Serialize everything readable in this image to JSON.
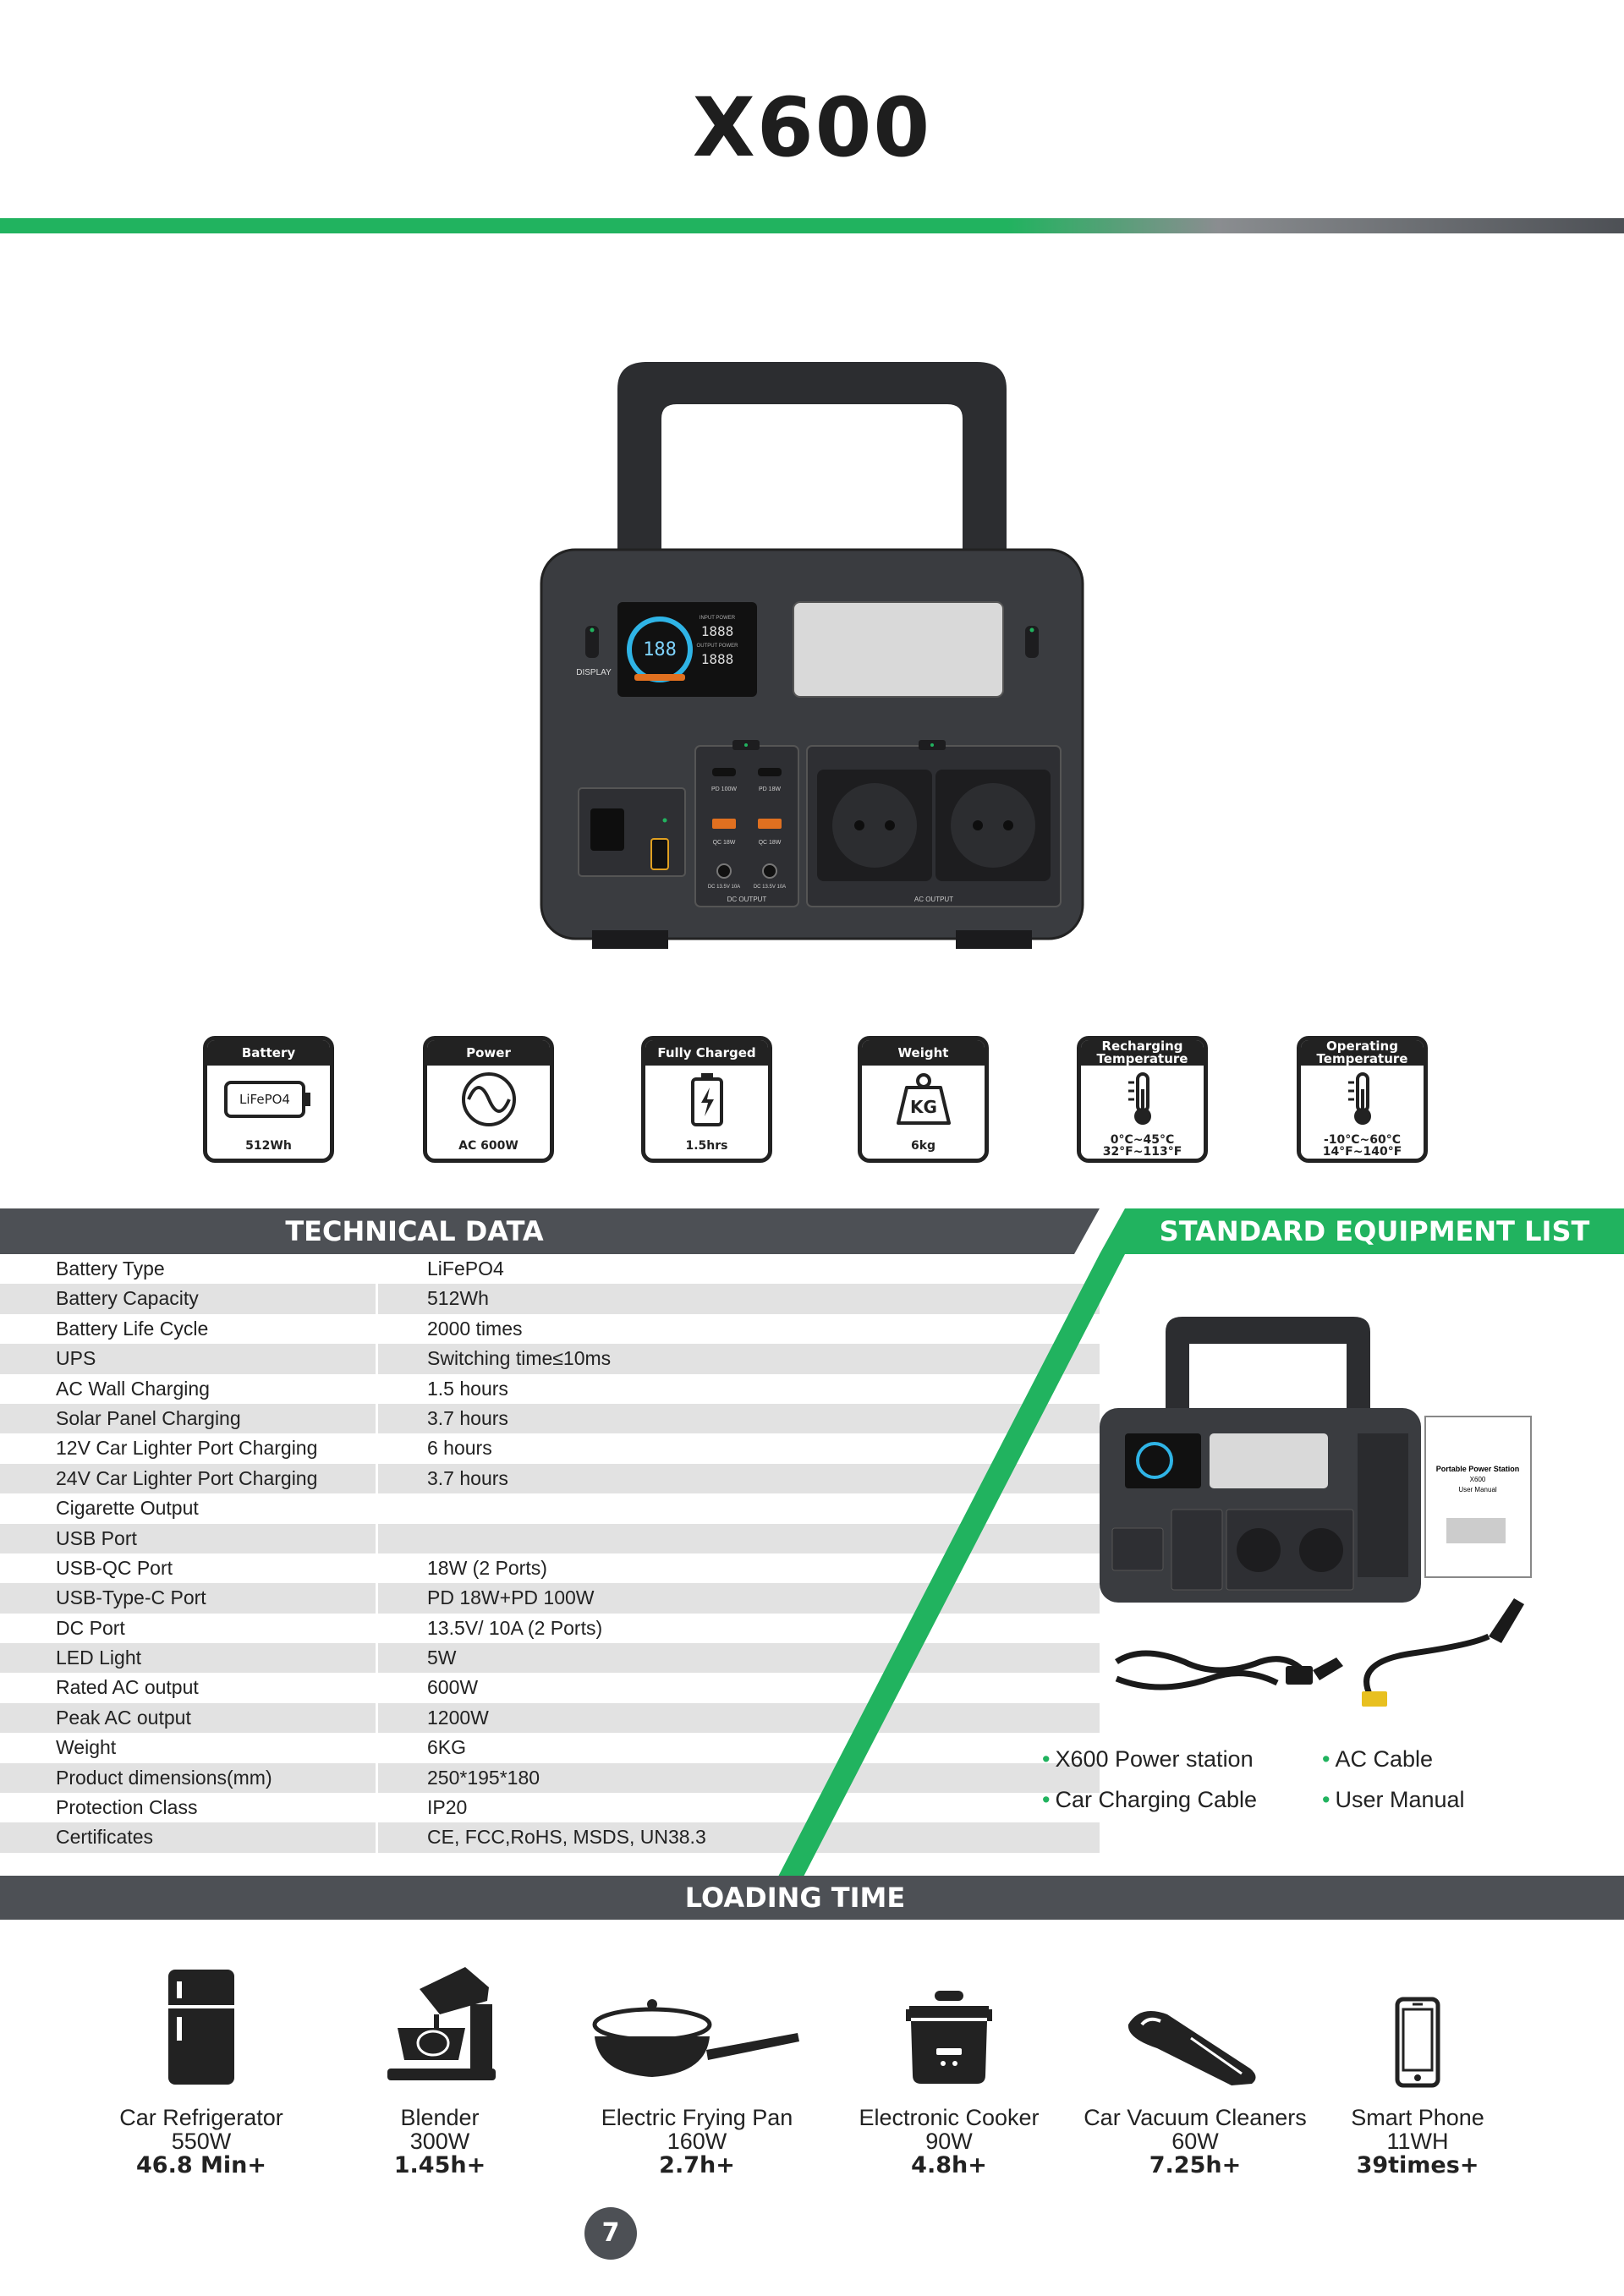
{
  "header": {
    "title": "X600"
  },
  "colors": {
    "green": "#21b35f",
    "dark": "#4d5055",
    "charcoal": "#222222",
    "row_gray": "#e2e2e2"
  },
  "product_display": {
    "display_label": "DISPLAY",
    "lcd_percent": "188",
    "input_power_label": "INPUT POWER",
    "output_power_label": "OUTPUT POWER",
    "lcd_digits": "1888",
    "pd_label_1": "PD 100W",
    "pd_label_2": "PD 18W",
    "qc_label_1": "QC 18W",
    "qc_label_2": "QC 18W",
    "dc_label_1": "DC 13.5V 10A",
    "dc_label_2": "DC 13.5V 10A",
    "dc_output": "DC OUTPUT",
    "ac_output": "AC OUTPUT"
  },
  "specs": [
    {
      "label": "Battery",
      "value": "512Wh",
      "icon": "battery-lifepo4-icon",
      "inner": "LiFePO4"
    },
    {
      "label": "Power",
      "value": "AC 600W",
      "icon": "sine-wave-icon"
    },
    {
      "label": "Fully Charged",
      "value": "1.5hrs",
      "icon": "charging-battery-icon"
    },
    {
      "label": "Weight",
      "value": "6kg",
      "icon": "weight-kg-icon",
      "inner": "KG"
    },
    {
      "label": "Recharging Temperature",
      "value": "0°C~45°C",
      "value2": "32°F~113°F",
      "icon": "thermometer-icon"
    },
    {
      "label": "Operating Temperature",
      "value": "-10°C~60°C",
      "value2": "14°F~140°F",
      "icon": "thermometer-icon"
    }
  ],
  "technical_data": {
    "title": "TECHNICAL DATA",
    "rows": [
      {
        "k": "Battery Type",
        "v": "LiFePO4"
      },
      {
        "k": "Battery Capacity",
        "v": "512Wh"
      },
      {
        "k": "Battery Life Cycle",
        "v": "2000 times"
      },
      {
        "k": "UPS",
        "v": "Switching time≤10ms"
      },
      {
        "k": "AC Wall Charging",
        "v": "1.5 hours"
      },
      {
        "k": "Solar Panel Charging",
        "v": "3.7 hours"
      },
      {
        "k": "12V Car Lighter Port Charging",
        "v": "6 hours"
      },
      {
        "k": "24V Car Lighter Port Charging",
        "v": "3.7 hours"
      },
      {
        "k": "Cigarette Output",
        "v": ""
      },
      {
        "k": "USB Port",
        "v": ""
      },
      {
        "k": "USB-QC Port",
        "v": "18W (2 Ports)"
      },
      {
        "k": "USB-Type-C Port",
        "v": "PD 18W+PD 100W"
      },
      {
        "k": "DC Port",
        "v": "13.5V/ 10A (2 Ports)"
      },
      {
        "k": "LED Light",
        "v": "5W"
      },
      {
        "k": "Rated AC output",
        "v": "600W"
      },
      {
        "k": "Peak AC output",
        "v": "1200W"
      },
      {
        "k": "Weight",
        "v": "6KG"
      },
      {
        "k": "Product dimensions(mm)",
        "v": "250*195*180"
      },
      {
        "k": "Protection Class",
        "v": "IP20"
      },
      {
        "k": "Certificates",
        "v": "CE, FCC,RoHS, MSDS, UN38.3"
      }
    ]
  },
  "equipment": {
    "title": "STANDARD EQUIPMENT LIST",
    "manual_title": "Portable Power Station",
    "manual_model": "X600",
    "manual_sub": "User Manual",
    "items": [
      "X600 Power station",
      "AC Cable",
      "Car Charging Cable",
      "User Manual"
    ]
  },
  "loading": {
    "title": "LOADING TIME",
    "items": [
      {
        "name": "Car Refrigerator",
        "power": "550W",
        "time": "46.8 Min+",
        "icon": "refrigerator-icon"
      },
      {
        "name": "Blender",
        "power": "300W",
        "time": "1.45h+",
        "icon": "stand-mixer-icon"
      },
      {
        "name": "Electric Frying Pan",
        "power": "160W",
        "time": "2.7h+",
        "icon": "frying-pan-icon"
      },
      {
        "name": "Electronic Cooker",
        "power": "90W",
        "time": "4.8h+",
        "icon": "rice-cooker-icon"
      },
      {
        "name": "Car Vacuum Cleaners",
        "power": "60W",
        "time": "7.25h+",
        "icon": "handheld-vacuum-icon"
      },
      {
        "name": "Smart Phone",
        "power": "11WH",
        "time": "39times+",
        "icon": "smartphone-icon"
      }
    ]
  },
  "page_number": "7"
}
